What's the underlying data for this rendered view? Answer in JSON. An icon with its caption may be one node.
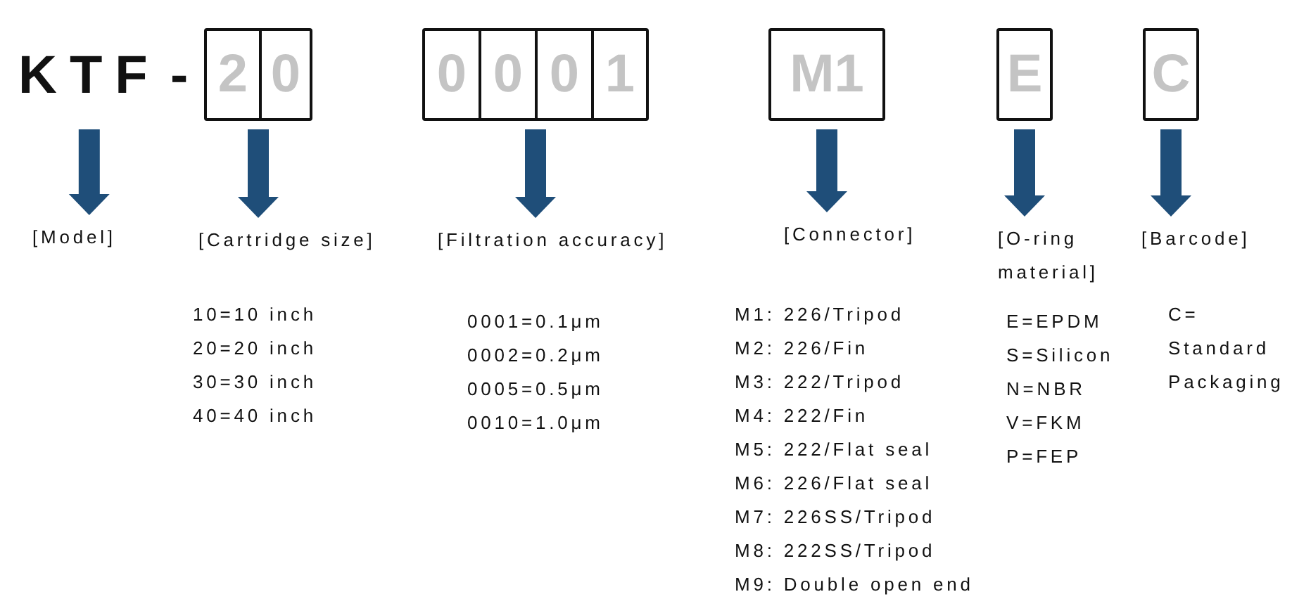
{
  "diagram": {
    "nodes": [
      {
        "text": [
          "KTF"
        ]
      },
      {
        "text": [],
        "shape": "box"
      },
      {
        "text": [
          "2"
        ],
        "in": 1
      },
      {
        "text": [
          "0"
        ],
        "in": 1
      },
      {
        "text": [],
        "shape": "box"
      },
      {
        "text": [
          "0"
        ],
        "in": 4
      },
      {
        "text": [
          "0"
        ],
        "in": 4
      },
      {
        "text": [
          "0"
        ],
        "in": 4
      },
      {
        "text": [
          "1"
        ],
        "in": 4
      },
      {
        "text": [
          "M1"
        ]
      },
      {
        "text": [
          "E"
        ]
      },
      {
        "text": [
          "C"
        ]
      },
      {
        "text": [
          "[Model]"
        ]
      },
      {
        "text": [
          "[Cartridge size]"
        ],
        "beside": [
          "10=10 inch",
          "20=20 inch",
          "30=30 inch",
          "40=40 inch"
        ]
      },
      {
        "text": [
          "[Filtration accuracy]"
        ],
        "beside": [
          "0001=0.1μm",
          "0002=0.2μm",
          "0005=0.5μm",
          "0010=1.0μm"
        ]
      },
      {
        "text": [
          "[Connector]"
        ],
        "beside": [
          "M1: 226/Tripod",
          "M2: 226/Fin",
          "M3: 222/Tripod",
          "M4: 222/Fin",
          "M5: 222/Flat seal",
          "M6: 226/Flat seal",
          "M7: 226SS/Tripod",
          "M8: 222SS/Tripod",
          "M9: Double open end"
        ]
      },
      {
        "text": [
          "[O-ring material]"
        ],
        "beside": [
          "E=EPDM",
          "S=Silicon",
          "N=NBR",
          "V=FKM",
          "P=FEP"
        ]
      },
      {
        "text": [
          "[Barcode]"
        ],
        "beside": [
          "C= Standard Packaging"
        ]
      }
    ],
    "edges": [
      {
        "from": 0,
        "to": 12,
        "arrow": "to"
      },
      {
        "from": 1,
        "to": 13,
        "arrow": "to"
      },
      {
        "from": 4,
        "to": 14,
        "arrow": "to"
      },
      {
        "from": 9,
        "to": 15,
        "arrow": "to"
      },
      {
        "from": 10,
        "to": 16,
        "arrow": "to"
      },
      {
        "from": 11,
        "to": 17,
        "arrow": "to"
      }
    ],
    "labels": [
      "-"
    ]
  }
}
